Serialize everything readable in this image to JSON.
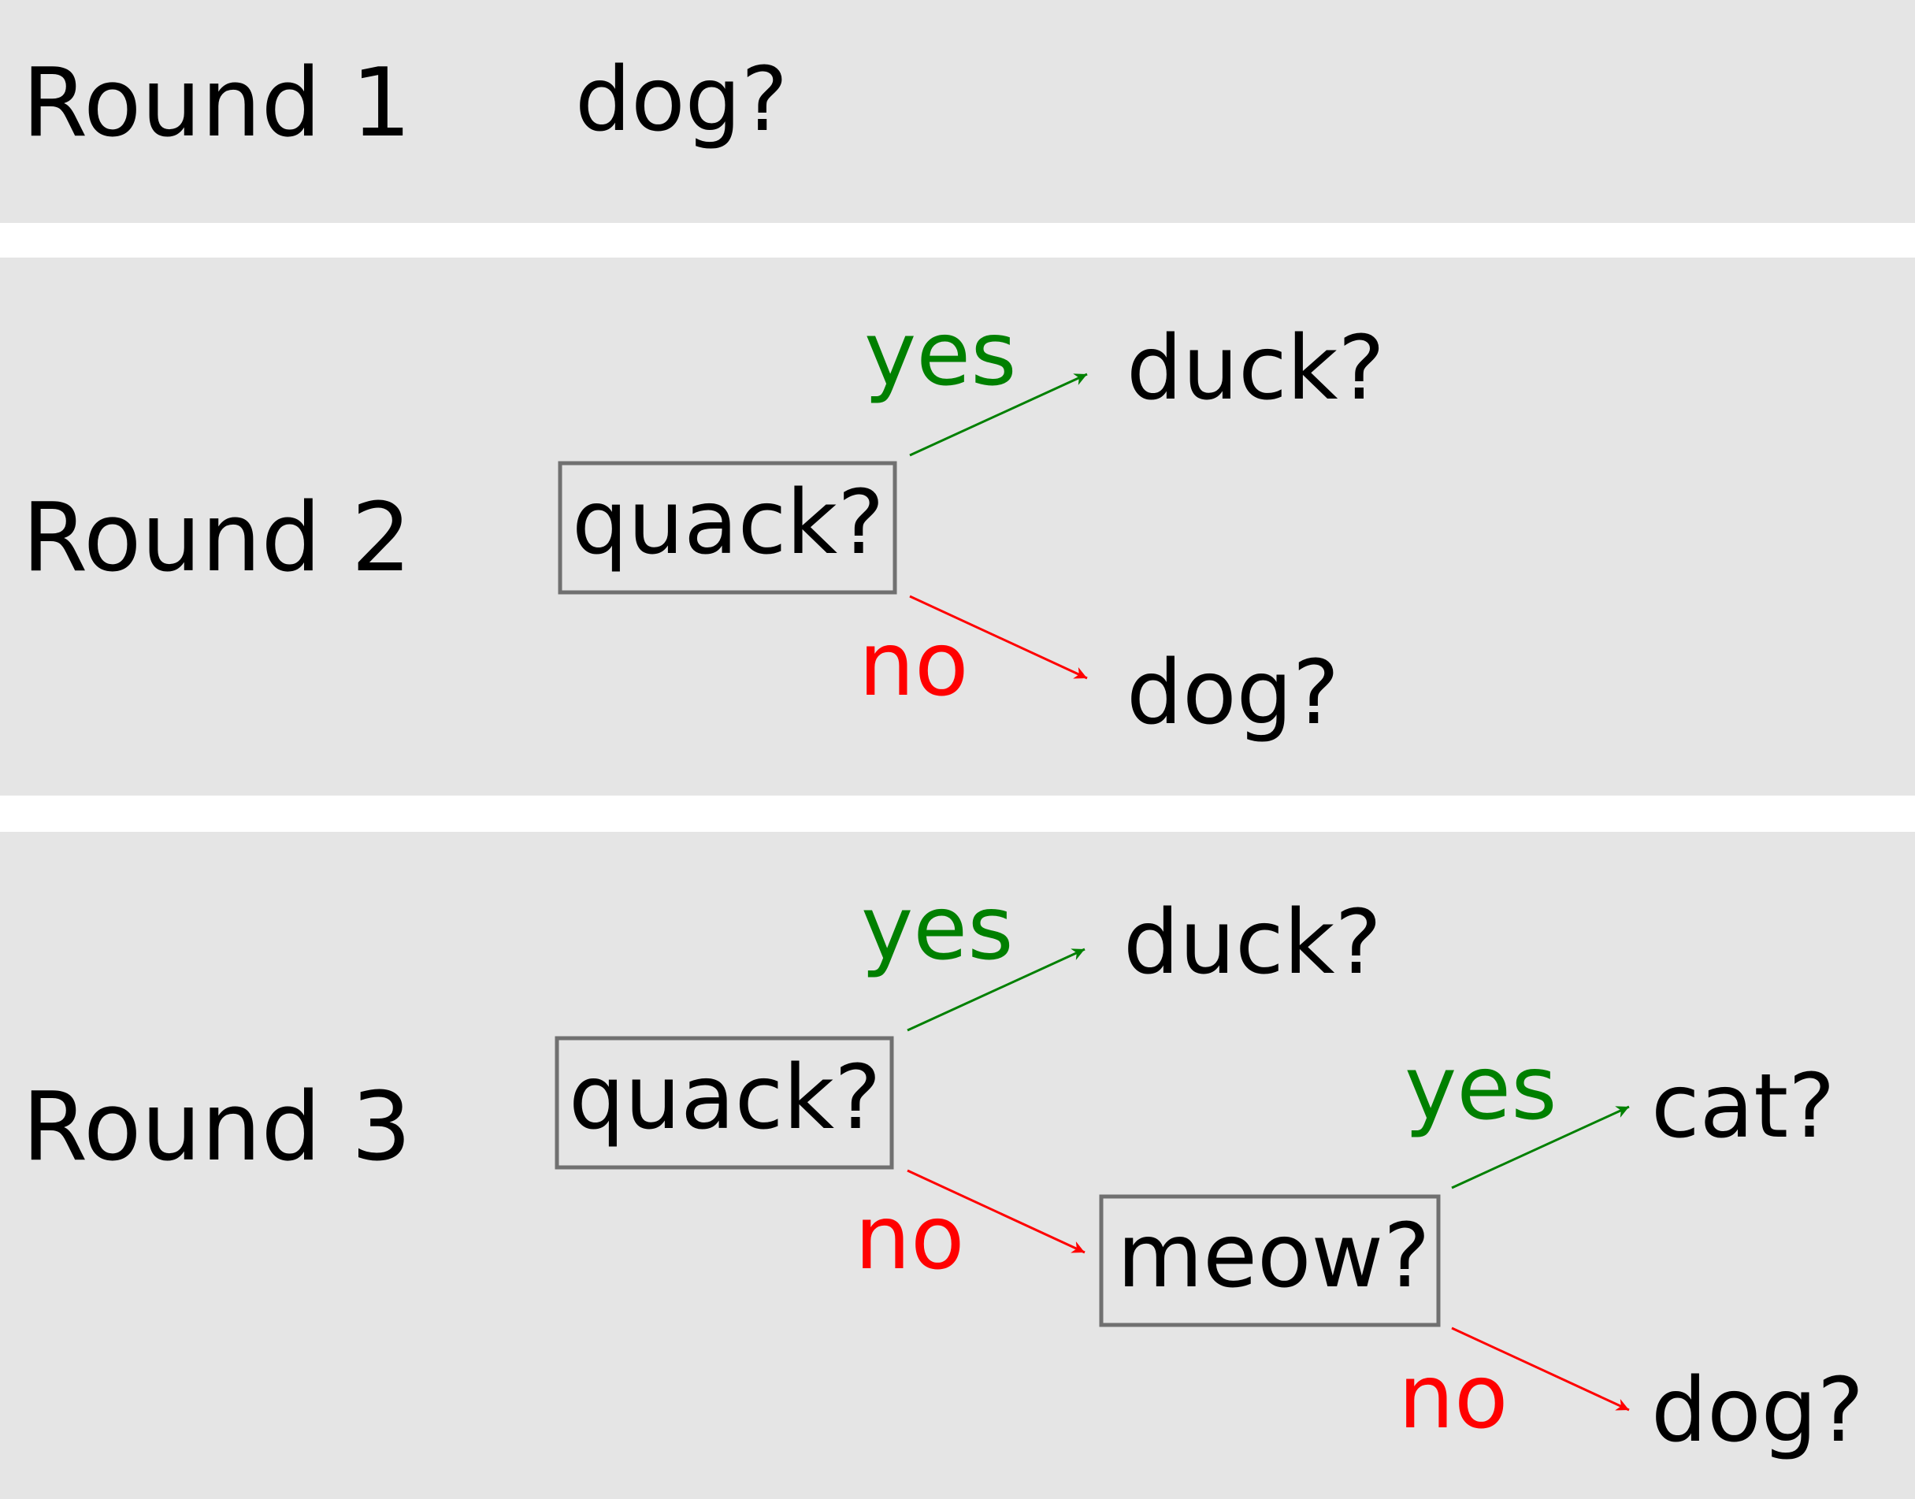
{
  "colors": {
    "panel_bg": "#e5e5e5",
    "yes": "#008000",
    "no": "#ff0000",
    "text": "#000000",
    "box_border": "#707070"
  },
  "rounds": [
    {
      "label": "Round 1",
      "nodes": {
        "guess": "dog?"
      }
    },
    {
      "label": "Round 2",
      "nodes": {
        "question": "quack?",
        "yes_answer": "duck?",
        "no_answer": "dog?"
      },
      "edges": {
        "yes": "yes",
        "no": "no"
      }
    },
    {
      "label": "Round 3",
      "nodes": {
        "question1": "quack?",
        "yes_answer": "duck?",
        "question2": "meow?",
        "yes_answer2": "cat?",
        "no_answer2": "dog?"
      },
      "edges": {
        "yes1": "yes",
        "no1": "no",
        "yes2": "yes",
        "no2": "no"
      }
    }
  ]
}
